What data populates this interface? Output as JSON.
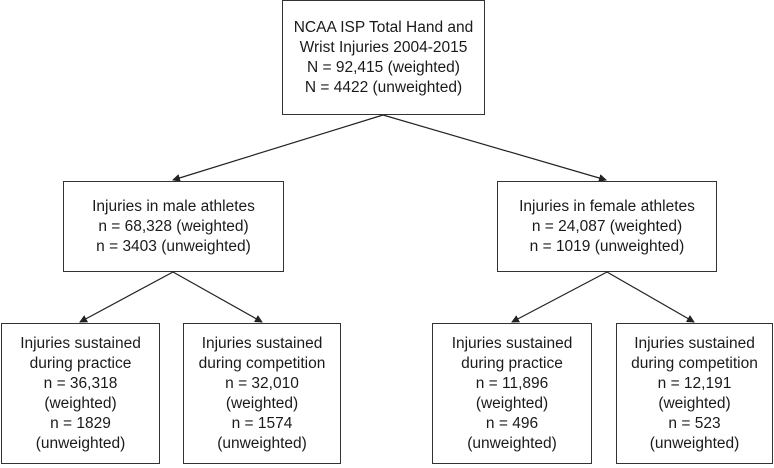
{
  "root": {
    "lines": [
      "NCAA ISP Total Hand and",
      "Wrist Injuries 2004-2015",
      "N = 92,415 (weighted)",
      "N = 4422 (unweighted)"
    ]
  },
  "male": {
    "lines": [
      "Injuries in male athletes",
      "n = 68,328 (weighted)",
      "n = 3403 (unweighted)"
    ]
  },
  "female": {
    "lines": [
      "Injuries in female athletes",
      "n = 24,087 (weighted)",
      "n = 1019 (unweighted)"
    ]
  },
  "male_practice": {
    "lines": [
      "Injuries sustained",
      "during practice",
      "n = 36,318",
      "(weighted)",
      "n = 1829",
      "(unweighted)"
    ]
  },
  "male_competition": {
    "lines": [
      "Injuries sustained",
      "during competition",
      "n = 32,010",
      "(weighted)",
      "n = 1574",
      "(unweighted)"
    ]
  },
  "female_practice": {
    "lines": [
      "Injuries sustained",
      "during practice",
      "n = 11,896",
      "(weighted)",
      "n = 496",
      "(unweighted)"
    ]
  },
  "female_competition": {
    "lines": [
      "Injuries sustained",
      "during competition",
      "n = 12,191",
      "(weighted)",
      "n = 523",
      "(unweighted)"
    ]
  }
}
